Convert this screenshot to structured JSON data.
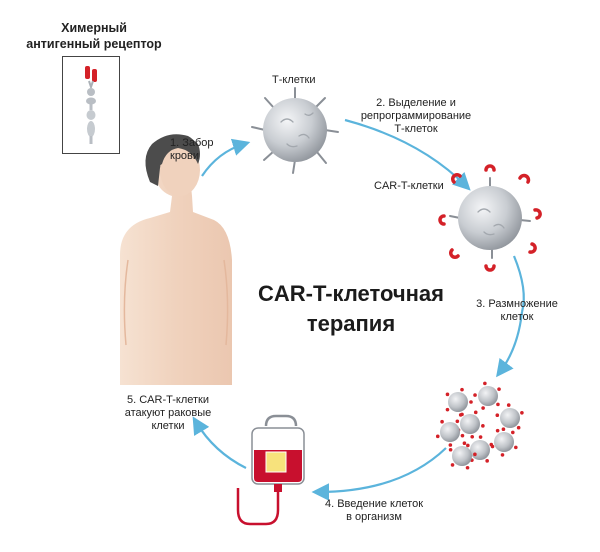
{
  "receptor": {
    "title_line1": "Химерный",
    "title_line2": "антигенный рецептор"
  },
  "title": {
    "line1": "CAR-T-клеточная",
    "line2": "терапия"
  },
  "labels": {
    "tcells": "Т-клетки",
    "cart": "CAR-T-клетки",
    "step1": {
      "line1": "1. Забор",
      "line2": "крови"
    },
    "step2": {
      "line1": "2. Выделение и",
      "line2": "репрограммирование",
      "line3": "Т-клеток"
    },
    "step3": {
      "line1": "3. Размножение",
      "line2": "клеток"
    },
    "step4": {
      "line1": "4. Введение клеток",
      "line2": "в организм"
    },
    "step5": {
      "line1": "5. CAR-T-клетки",
      "line2": "атакуют раковые",
      "line3": "клетки"
    }
  },
  "colors": {
    "arrow": "#5bb4dc",
    "receptor": "#d42128",
    "cell": "#c9cdd2",
    "skin": "#f3d9c5",
    "hair": "#4c4c4c",
    "blood": "#c8102e"
  }
}
